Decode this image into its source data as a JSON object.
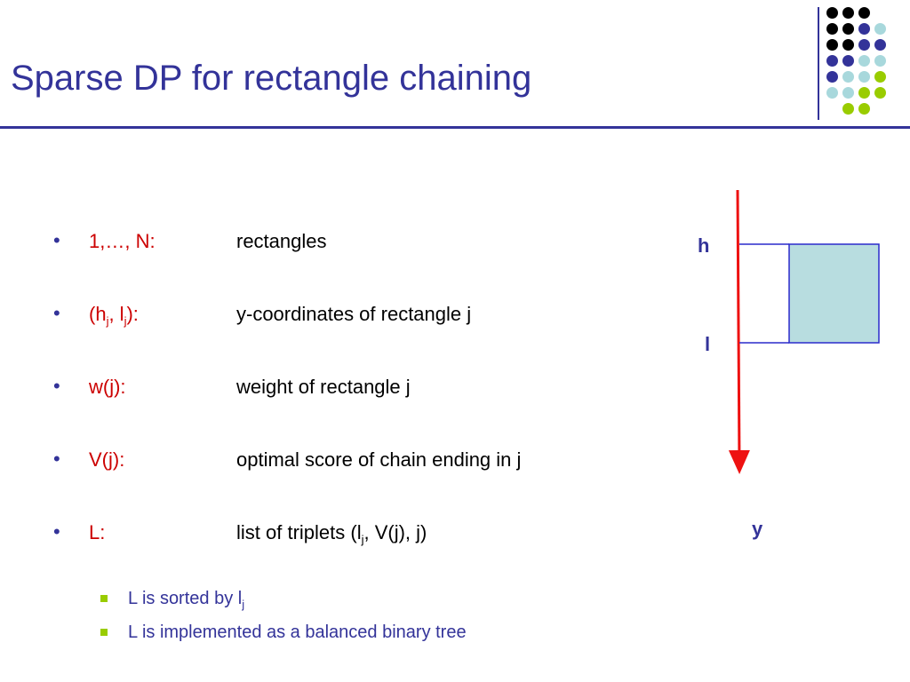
{
  "slide": {
    "title": "Sparse DP for rectangle chaining"
  },
  "bullets": [
    {
      "term": "1,…, N:",
      "desc": "rectangles"
    },
    {
      "term_html": "(h<sub>j</sub>, l<sub>j</sub>):",
      "desc": "y-coordinates of rectangle j"
    },
    {
      "term": "w(j):",
      "desc": "weight of rectangle j"
    },
    {
      "term": "V(j):",
      "desc": "optimal score of chain ending in j"
    },
    {
      "term": "L:",
      "desc_html": "list of triplets (l<sub>j</sub>, V(j), j)"
    }
  ],
  "sub_bullets": [
    {
      "text_html": "L is sorted by l<sub>j</sub>"
    },
    {
      "text": "L is implemented as a balanced binary tree"
    }
  ],
  "diagram": {
    "h_label": "h",
    "l_label": "l",
    "axis_label": "y",
    "axis_color": "#ee1111",
    "rect_fill": "#b8dde0",
    "rect_stroke": "#2a2acc"
  },
  "colors": {
    "title": "#333399",
    "term": "#cc0000",
    "accent_green": "#99cc00",
    "dot_black": "#000000",
    "dot_navy": "#333399",
    "dot_lightblue": "#a8d8dc",
    "dot_green": "#99cc00"
  }
}
